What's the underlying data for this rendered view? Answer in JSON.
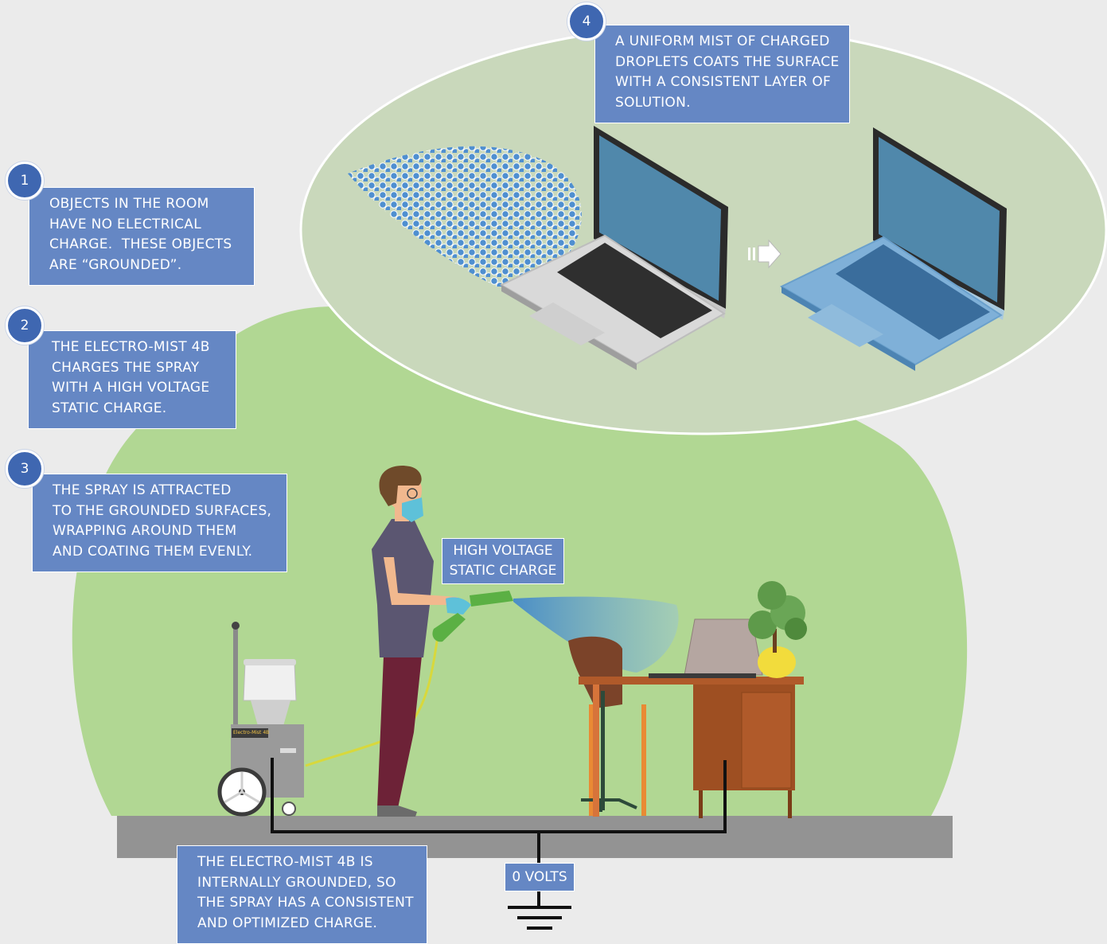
{
  "steps": [
    {
      "number": "1",
      "lines": [
        "OBJECTS IN THE ROOM",
        "HAVE NO ELECTRICAL",
        "CHARGE.  THESE OBJECTS",
        "ARE “GROUNDED”."
      ]
    },
    {
      "number": "2",
      "lines": [
        "THE ELECTRO-MIST 4B",
        "CHARGES THE SPRAY",
        "WITH A HIGH VOLTAGE",
        "STATIC CHARGE."
      ]
    },
    {
      "number": "3",
      "lines": [
        "THE SPRAY IS ATTRACTED",
        "TO THE GROUNDED SURFACES,",
        "WRAPPING AROUND THEM",
        "AND COATING THEM EVENLY."
      ]
    },
    {
      "number": "4",
      "lines": [
        "A UNIFORM MIST OF CHARGED",
        "DROPLETS COATS THE SURFACE",
        "WITH A CONSISTENT LAYER OF",
        "SOLUTION."
      ]
    }
  ],
  "labels": {
    "high_voltage": [
      "HIGH VOLTAGE",
      "STATIC CHARGE"
    ],
    "zero_volts": "0 VOLTS",
    "grounding": [
      "THE ELECTRO-MIST 4B IS",
      "INTERNALLY GROUNDED, SO",
      "THE SPRAY HAS A CONSISTENT",
      "AND OPTIMIZED CHARGE."
    ],
    "machine_brand": "Electro-Mist 4B"
  },
  "colors": {
    "room_circle": "#b1d793",
    "inset_ellipse": "#c9d8bb",
    "label_box": "#6587c4",
    "badge": "#3f67b1",
    "floor": "#939393"
  }
}
